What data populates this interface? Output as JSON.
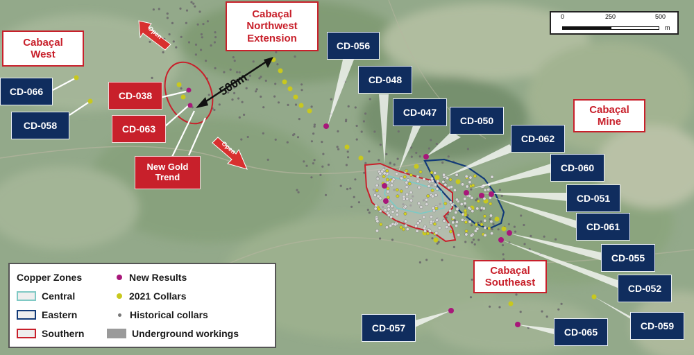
{
  "titles": {
    "cabacal_west": "Cabaçal\nWest",
    "northwest_extension": "Cabaçal\nNorthwest\nExtension",
    "cabacal_mine": "Cabaçal\nMine",
    "cabacal_southeast": "Cabaçal\nSoutheast"
  },
  "trend_label": "New Gold\nTrend",
  "trend_arrow_text": "Open",
  "distance_label": "500m",
  "scale_bar": {
    "labels": [
      "0",
      "250",
      "500"
    ],
    "unit": "m"
  },
  "drill_holes_blue": [
    "CD-066",
    "CD-058",
    "CD-056",
    "CD-048",
    "CD-047",
    "CD-050",
    "CD-062",
    "CD-060",
    "CD-051",
    "CD-061",
    "CD-055",
    "CD-052",
    "CD-057",
    "CD-065",
    "CD-059"
  ],
  "drill_holes_red": [
    "CD-038",
    "CD-063"
  ],
  "legend": {
    "copper_zones_title": "Copper Zones",
    "zones": [
      {
        "label": "Central",
        "color": "#7fc9c4"
      },
      {
        "label": "Eastern",
        "color": "#123a78"
      },
      {
        "label": "Southern",
        "color": "#c8202b"
      }
    ],
    "symbols": [
      {
        "label": "New Results",
        "color": "#a8177a"
      },
      {
        "label": "2021 Collars",
        "color": "#c8c81e"
      },
      {
        "label": "Historical  collars",
        "color": "#777777"
      },
      {
        "label": "Underground workings",
        "color": "#9a9a9a"
      }
    ]
  },
  "colors": {
    "label_blue": "#102d5e",
    "label_red": "#c8202b",
    "terrain": "#8fa883"
  }
}
